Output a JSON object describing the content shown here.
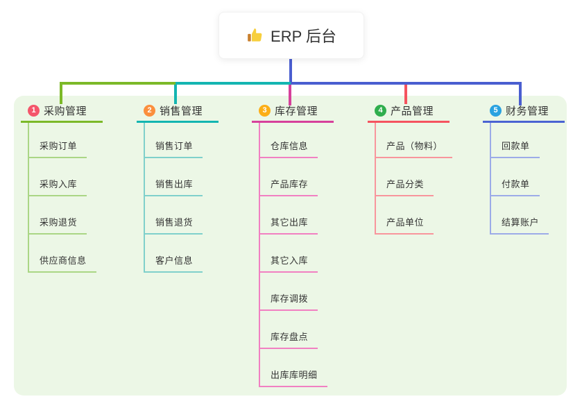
{
  "root": {
    "label": "ERP 后台",
    "icon": "thumbs-up-icon",
    "icon_hand_color": "#f7cf3d",
    "icon_cuff_color": "#c9802e"
  },
  "colors": {
    "connector": "#4a5ed0",
    "panel_bg": "#ecf7e6",
    "canvas_bg": "#ffffff",
    "text": "#333333"
  },
  "rail": {
    "segments": [
      {
        "name": "left-green",
        "color": "#7cb928"
      },
      {
        "name": "mid-teal",
        "color": "#13b5b1"
      },
      {
        "name": "right-blue",
        "color": "#4a5ed0"
      }
    ]
  },
  "branches": [
    {
      "number": "1",
      "label": "采购管理",
      "badge_color": "#f4566b",
      "accent_color": "#7cb928",
      "child_color": "#aad685",
      "children": [
        "采购订单",
        "采购入库",
        "采购退货",
        "供应商信息"
      ]
    },
    {
      "number": "2",
      "label": "销售管理",
      "badge_color": "#fb8f3d",
      "accent_color": "#13b5b1",
      "child_color": "#7fd0cb",
      "children": [
        "销售订单",
        "销售出库",
        "销售退货",
        "客户信息"
      ]
    },
    {
      "number": "3",
      "label": "库存管理",
      "badge_color": "#fcae16",
      "accent_color": "#d6409b",
      "child_color": "#f180c2",
      "children": [
        "仓库信息",
        "产品库存",
        "其它出库",
        "其它入库",
        "库存调拨",
        "库存盘点",
        "出库库明细"
      ]
    },
    {
      "number": "4",
      "label": "产品管理",
      "badge_color": "#2fae4d",
      "accent_color": "#f5535f",
      "child_color": "#f8959c",
      "children": [
        "产品（物料）",
        "产品分类",
        "产品单位"
      ]
    },
    {
      "number": "5",
      "label": "财务管理",
      "badge_color": "#2aa2e0",
      "accent_color": "#4a63d2",
      "child_color": "#9cabe8",
      "children": [
        "回款单",
        "付款单",
        "结算账户"
      ]
    }
  ]
}
